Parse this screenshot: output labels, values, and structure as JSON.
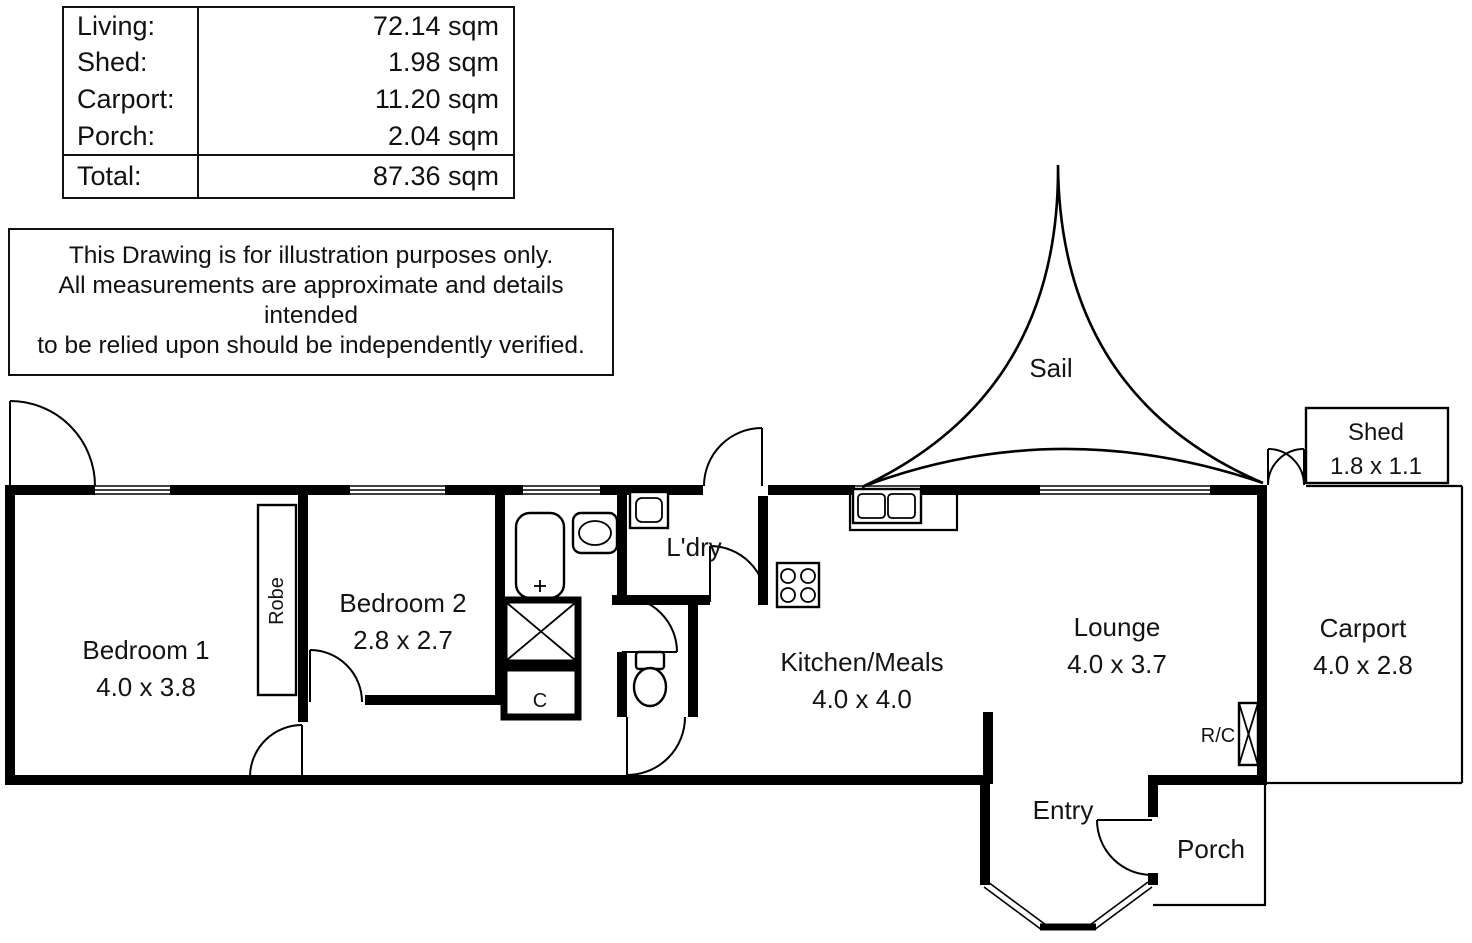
{
  "area_table": {
    "rows": [
      {
        "label": "Living:",
        "value": "72.14 sqm"
      },
      {
        "label": "Shed:",
        "value": "1.98 sqm"
      },
      {
        "label": "Carport:",
        "value": "11.20 sqm"
      },
      {
        "label": "Porch:",
        "value": "2.04 sqm"
      }
    ],
    "total_row": {
      "label": "Total:",
      "value": "87.36 sqm"
    }
  },
  "disclaimer": {
    "line1": "This Drawing is for illustration purposes only.",
    "line2": "All measurements are approximate and details intended",
    "line3": "to be relied upon should be independently verified."
  },
  "rooms": {
    "bedroom1": {
      "name": "Bedroom 1",
      "dims": "4.0 x 3.8"
    },
    "bedroom2": {
      "name": "Bedroom 2",
      "dims": "2.8 x 2.7"
    },
    "robe": {
      "name": "Robe"
    },
    "laundry": {
      "name": "L'dry"
    },
    "kitchen_meals": {
      "name": "Kitchen/Meals",
      "dims": "4.0 x 4.0"
    },
    "lounge": {
      "name": "Lounge",
      "dims": "4.0 x 3.7"
    },
    "carport": {
      "name": "Carport",
      "dims": "4.0 x 2.8"
    },
    "shed": {
      "name": "Shed",
      "dims": "1.8 x 1.1"
    },
    "sail": {
      "name": "Sail"
    },
    "entry": {
      "name": "Entry"
    },
    "porch": {
      "name": "Porch"
    },
    "cupboard": {
      "name": "C"
    },
    "air_conditioner": {
      "name": "R/C"
    }
  },
  "colors": {
    "wall": "#000000",
    "background": "#ffffff",
    "text": "#141414"
  }
}
